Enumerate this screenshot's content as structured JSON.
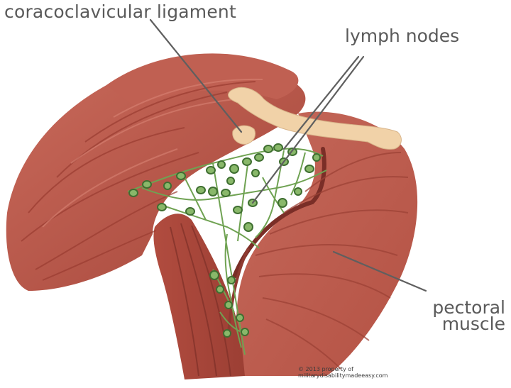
{
  "labels": {
    "coracoclavicular_ligament": "coracoclavicular ligament",
    "lymph_nodes": "lymph nodes",
    "pectoral_muscle_line1": "pectoral",
    "pectoral_muscle_line2": "muscle"
  },
  "credit": {
    "line1": "© 2013 property of",
    "line2": "militarydisabilitymadeeasy.com"
  },
  "colors": {
    "muscle_dark": "#a8463c",
    "muscle_mid": "#bf5a4c",
    "muscle_light": "#cf7264",
    "bone": "#f1d2a8",
    "lymph": "#6fa252",
    "lymph_dark": "#3f6f31",
    "leader_line": "#5f5f5f",
    "label_text": "#5a5a5a"
  }
}
